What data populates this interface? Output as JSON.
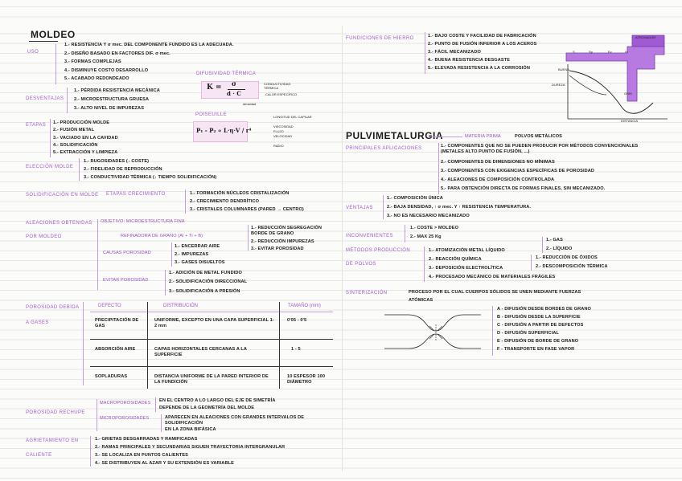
{
  "title_moldeo": "MOLDEO",
  "uso": {
    "label": "USO",
    "items": [
      "1.- RESISTENCIA Y σ mec. DEL COMPONENTE FUNDIDO ES LA ADECUADA.",
      "2.- DISEÑO BASADO EN FACTORES DIF. σ mec.",
      "3.- FORMAS COMPLEJAS",
      "4.- DISMINUYE COSTO DESARROLLO",
      "5.- ACABADO REDONDEADO"
    ]
  },
  "desventajas": {
    "label": "DESVENTAJAS",
    "items": [
      "1.- PÉRDIDA RESISTENCIA MECÁNICA",
      "2.- MICROESTRUCTURA GRUESA",
      "3.- ALTO NIVEL DE IMPUREZAS"
    ]
  },
  "difusividad": {
    "label": "DIFUSIVIDAD TÉRMICA",
    "formula_left": "K =",
    "numerator": "σ",
    "denominator": "d · C",
    "ann1": "CONDUCTIVIDAD TÉRMICA",
    "ann2": "CALOR ESPECÍFICO",
    "ann3": "densidad"
  },
  "etapas": {
    "label": "ETAPAS",
    "items": [
      "1.- PRODUCCIÓN MOLDE",
      "2.- FUSIÓN METAL",
      "3.- VACIADO EN LA CAVIDAD",
      "4.- SOLIDIFICACIÓN",
      "5.- EXTRACCIÓN Y LIMPIEZA"
    ]
  },
  "poiseuille": {
    "label": "POISEUILLE",
    "formula": "P₁ - P₂ ∝ L·η·V / r⁴",
    "ann": [
      "LONGITUD DEL CAPILAR",
      "VISCOSIDAD",
      "FLUJO",
      "VELOCIDAD",
      "RADIO"
    ]
  },
  "eleccion": {
    "label": "ELECCIÓN MOLDE",
    "items": [
      "1.- RUGOSIDADES (↓ COSTE)",
      "2.- FIDELIDAD DE REPRODUCCIÓN",
      "3.- CONDUCTIVIDAD TÉRMICA (↓ TIEMPO SOLIDIFICACIÓN)"
    ]
  },
  "solidificacion": {
    "label": "SOLIDIFICACIÓN EN MOLDE",
    "sub": "ETAPAS CRECIMIENTO",
    "items": [
      "1.- FORMACIÓN NÚCLEOS CRISTALIZACIÓN",
      "2.- CRECIMIENTO DENDRÍTICO",
      "3.- CRISTALES COLUMNARES (PARED → CENTRO)"
    ]
  },
  "aleaciones": {
    "label1": "ALEACIONES OBTENIDAS",
    "label2": "POR MOLDEO",
    "objetivo": "OBJETIVO: MICROESTRUCTURA FINA",
    "refinadora": "REFINADORA DE GRANO (Al + Ti + B)",
    "ref_items": [
      "1.- REDUCCIÓN SEGREGACIÓN BORDE DE GRANO",
      "2.- REDUCCIÓN IMPUREZAS",
      "3.- EVITAR POROSIDAD"
    ],
    "causas": "CAUSAS POROSIDAD",
    "causas_items": [
      "1.- ENCERRAR AIRE",
      "2.- IMPUREZAS",
      "3.- GASES DISUELTOS"
    ],
    "evitar": "EVITAR POROSIDAD",
    "evitar_items": [
      "1.- ADICIÓN DE METAL FUNDIDO",
      "2.- SOLIDIFICACIÓN DIRECCIONAL",
      "3.- SOLIDIFICACIÓN A PRESIÓN"
    ]
  },
  "tabla": {
    "label1": "POROSIDAD DEBIDA",
    "label2": "A GASES",
    "headers": [
      "DEFECTO",
      "DISTRIBUCIÓN",
      "TAMAÑO (mm)"
    ],
    "rows": [
      {
        "defecto": "PRECIPITACIÓN DE GAS",
        "dist": "UNIFORME, EXCEPTO EN UNA CAPA SUPERFICIAL 1-2 mm",
        "tam": "0'05 - 0'5"
      },
      {
        "defecto": "ABSORCIÓN AIRE",
        "dist": "CAPAS HORIZONTALES CERCANAS A LA SUPERFICIE",
        "tam": "1 - 5"
      },
      {
        "defecto": "SOPLADURAS",
        "dist": "DISTANCIA UNIFORME DE LA PARED INTERIOR DE LA FUNDICIÓN",
        "tam": "10 ESPESOR 100 DIÁMETRO"
      }
    ]
  },
  "porosidad_rechupe": {
    "label": "POROSIDAD RECHUPE",
    "macro": "MACROPOROSIDADES",
    "macro_items": [
      "EN EL CENTRO A LO LARGO DEL EJE DE SIMETRÍA",
      "DEPENDE DE LA GEOMETRÍA DEL MOLDE"
    ],
    "micro": "MICROPOROSIDADES",
    "micro_items": [
      "APARECEN EN ALEACIONES CON GRANDES INTERVALOS DE SOLIDIFICACIÓN",
      "EN LA ZONA BIFÁSICA"
    ]
  },
  "agrietamiento": {
    "label1": "AGRIETAMIENTO EN",
    "label2": "CALIENTE",
    "items": [
      "1.- GRIETAS DESGARRADAS Y RAMIFICADAS",
      "2.- RAMAS PRINCIPALES Y SECUNDARIAS SIGUEN TRAYECTORIA INTERGRANULAR",
      "3.- SE LOCALIZA EN PUNTOS CALIENTES",
      "4.- SE DISTRIBUYEN AL AZAR Y SU EXTENSIÓN ES VARIABLE"
    ]
  },
  "fundiciones": {
    "label": "FUNDICIONES DE HIERRO",
    "items": [
      "1.- BAJO COSTE Y FACILIDAD DE FABRICACIÓN",
      "2.- PUNTO DE FUSIÓN INFERIOR A LOS ACEROS",
      "3.- FÁCIL MECANIZADO",
      "4.- BUENA RESISTENCIA DESGASTE",
      "5.- ELEVADA RESISTENCIA A LA CORROSIÓN"
    ],
    "diagram": {
      "top": "ATRONADOR",
      "labels": [
        "S",
        "Sp",
        "Ev",
        "Vr"
      ],
      "side1": "BUENA",
      "side2": "DUREZA",
      "side3": "GRIS",
      "bottom": "DISTANCIA"
    }
  },
  "title_pulvi": "PULVIMETALURGIA",
  "pulvi": {
    "materia": "MATERIA PRIMA",
    "materia_val": "POLVOS METÁLICOS",
    "aplic_label": "PRINCIPALES APLICACIONES",
    "aplic_items": [
      "1.- COMPONENTES QUE NO SE PUEDEN PRODUCIR POR MÉTODOS CONVENCIONALES (METALES ALTO PUNTO DE FUSIÓN, ...)",
      "2.- COMPONENTES DE DIMENSIONES NO MÍNIMAS",
      "3.- COMPONENTES CON EXIGENCIAS ESPECÍFICAS DE POROSIDAD",
      "4.- ALEACIONES DE COMPOSICIÓN CONTROLADA",
      "5.- PARA OBTENCIÓN DIRECTA DE FORMAS FINALES, SIN MECANIZADO."
    ],
    "ventajas_label": "VENTAJAS",
    "ventajas_items": [
      "1.- COMPOSICIÓN ÚNICA",
      "2.- BAJA DENSIDAD, ↑ σ mec. Y ↑ RESISTENCIA TEMPERATURA.",
      "3.- NO ES NECESARIO MECANIZADO"
    ],
    "inconv_label": "INCONVENIENTES",
    "inconv_items": [
      "1.- COSTE > MOLDEO",
      "2.- MAX 25 Kg"
    ],
    "metodos_label1": "MÉTODOS PRODUCCIÓN",
    "metodos_label2": "DE POLVOS",
    "metodos_items": [
      "1.- ATOMIZACIÓN METAL LÍQUIDO",
      "2.- REACCIÓN QUÍMICA",
      "3.- DEPOSICIÓN ELECTROLÍTICA",
      "4.- PROCESADO MECÁNICO DE MATERIALES FRÁGILES"
    ],
    "atom_items": [
      "1.- GAS",
      "2.- LÍQUIDO"
    ],
    "quim_items": [
      "1.- REDUCCIÓN DE ÓXIDOS",
      "2.- DESCOMPOSICIÓN TÉRMICA"
    ],
    "sinter_label": "SINTERIZACIÓN",
    "sinter_text1": "PROCESO POR EL CUAL CUERPOS SÓLIDOS SE UNEN MEDIANTE FUERZAS",
    "sinter_text2": "ATÓMICAS",
    "sinter_items": [
      "A - DIFUSIÓN DESDE BORDES DE GRANO",
      "B - DIFUSIÓN DESDE LA SUPERFICIE",
      "C - DIFUSIÓN A PARTIR DE DEFECTOS",
      "D - DIFUSIÓN SUPERFICIAL",
      "E - DIFUSIÓN DE BORDE DE GRANO",
      "F - TRANSPORTE EN FASE VAPOR"
    ]
  }
}
